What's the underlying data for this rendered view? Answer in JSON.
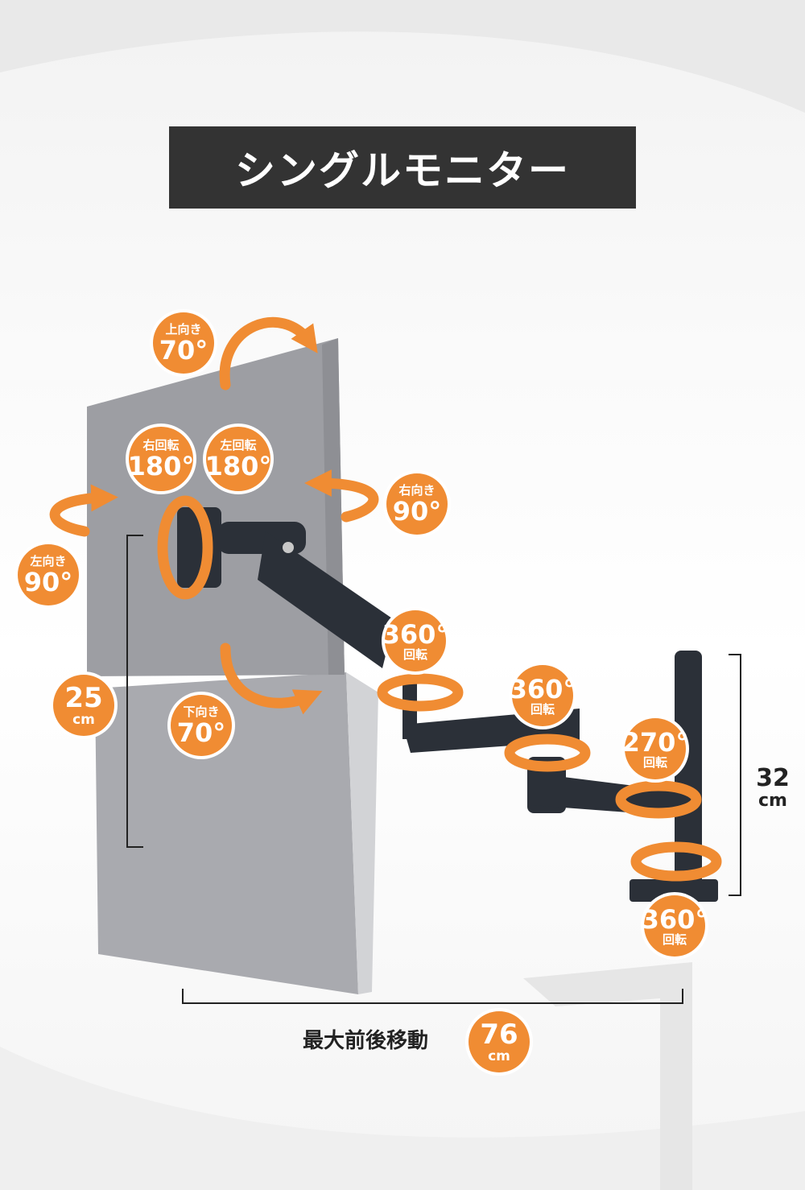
{
  "title": "シングルモニター",
  "colors": {
    "accent": "#f08c33",
    "title_bg": "#333333",
    "arm": "#2b3038",
    "panel": "#9d9ea3"
  },
  "badges": {
    "tilt_up": {
      "top": "上向き",
      "value": "70°"
    },
    "tilt_down": {
      "top": "下向き",
      "value": "70°"
    },
    "rotate_right": {
      "top": "右回転",
      "value": "180°"
    },
    "rotate_left": {
      "top": "左回転",
      "value": "180°"
    },
    "swivel_right": {
      "top": "右向き",
      "value": "90°"
    },
    "swivel_left": {
      "top": "左向き",
      "value": "90°"
    },
    "height": {
      "value": "25",
      "unit": "cm"
    },
    "joint1": {
      "value": "360°",
      "bottom": "回転"
    },
    "joint2": {
      "value": "360°",
      "bottom": "回転"
    },
    "joint3": {
      "value": "270°",
      "bottom": "回転"
    },
    "joint4": {
      "value": "360°",
      "bottom": "回転"
    },
    "reach": {
      "value": "76",
      "unit": "cm"
    }
  },
  "pole_height": {
    "value": "32",
    "unit": "cm"
  },
  "reach_label": "最大前後移動"
}
